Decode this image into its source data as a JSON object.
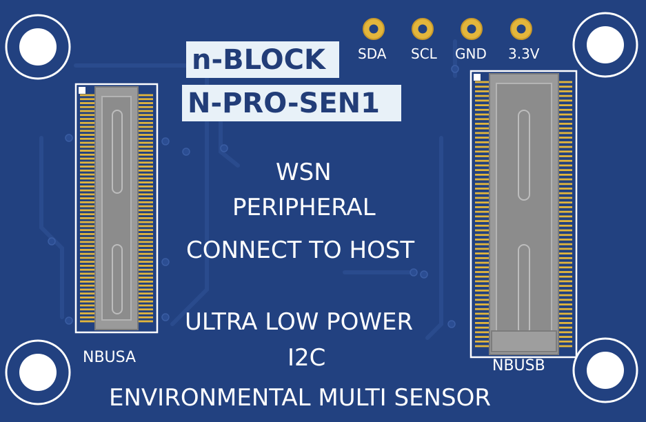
{
  "board": {
    "title_line1": "n-BLOCK",
    "title_line2": "N-PRO-SEN1",
    "label_wsn": "WSN",
    "label_peripheral": "PERIPHERAL",
    "label_connect": "CONNECT TO HOST",
    "label_power": "ULTRA LOW POWER",
    "label_bus": "I2C",
    "label_sensor": "ENVIRONMENTAL MULTI SENSOR",
    "connector_a_label": "NBUSA",
    "connector_b_label": "NBUSB",
    "pins": [
      {
        "label": "SDA"
      },
      {
        "label": "SCL"
      },
      {
        "label": "GND"
      },
      {
        "label": "3.3V"
      }
    ]
  },
  "colors": {
    "pcb": "#224180",
    "silkscreen": "#ffffff",
    "gold": "#e3b63c",
    "connector": "#9a9a9a"
  }
}
